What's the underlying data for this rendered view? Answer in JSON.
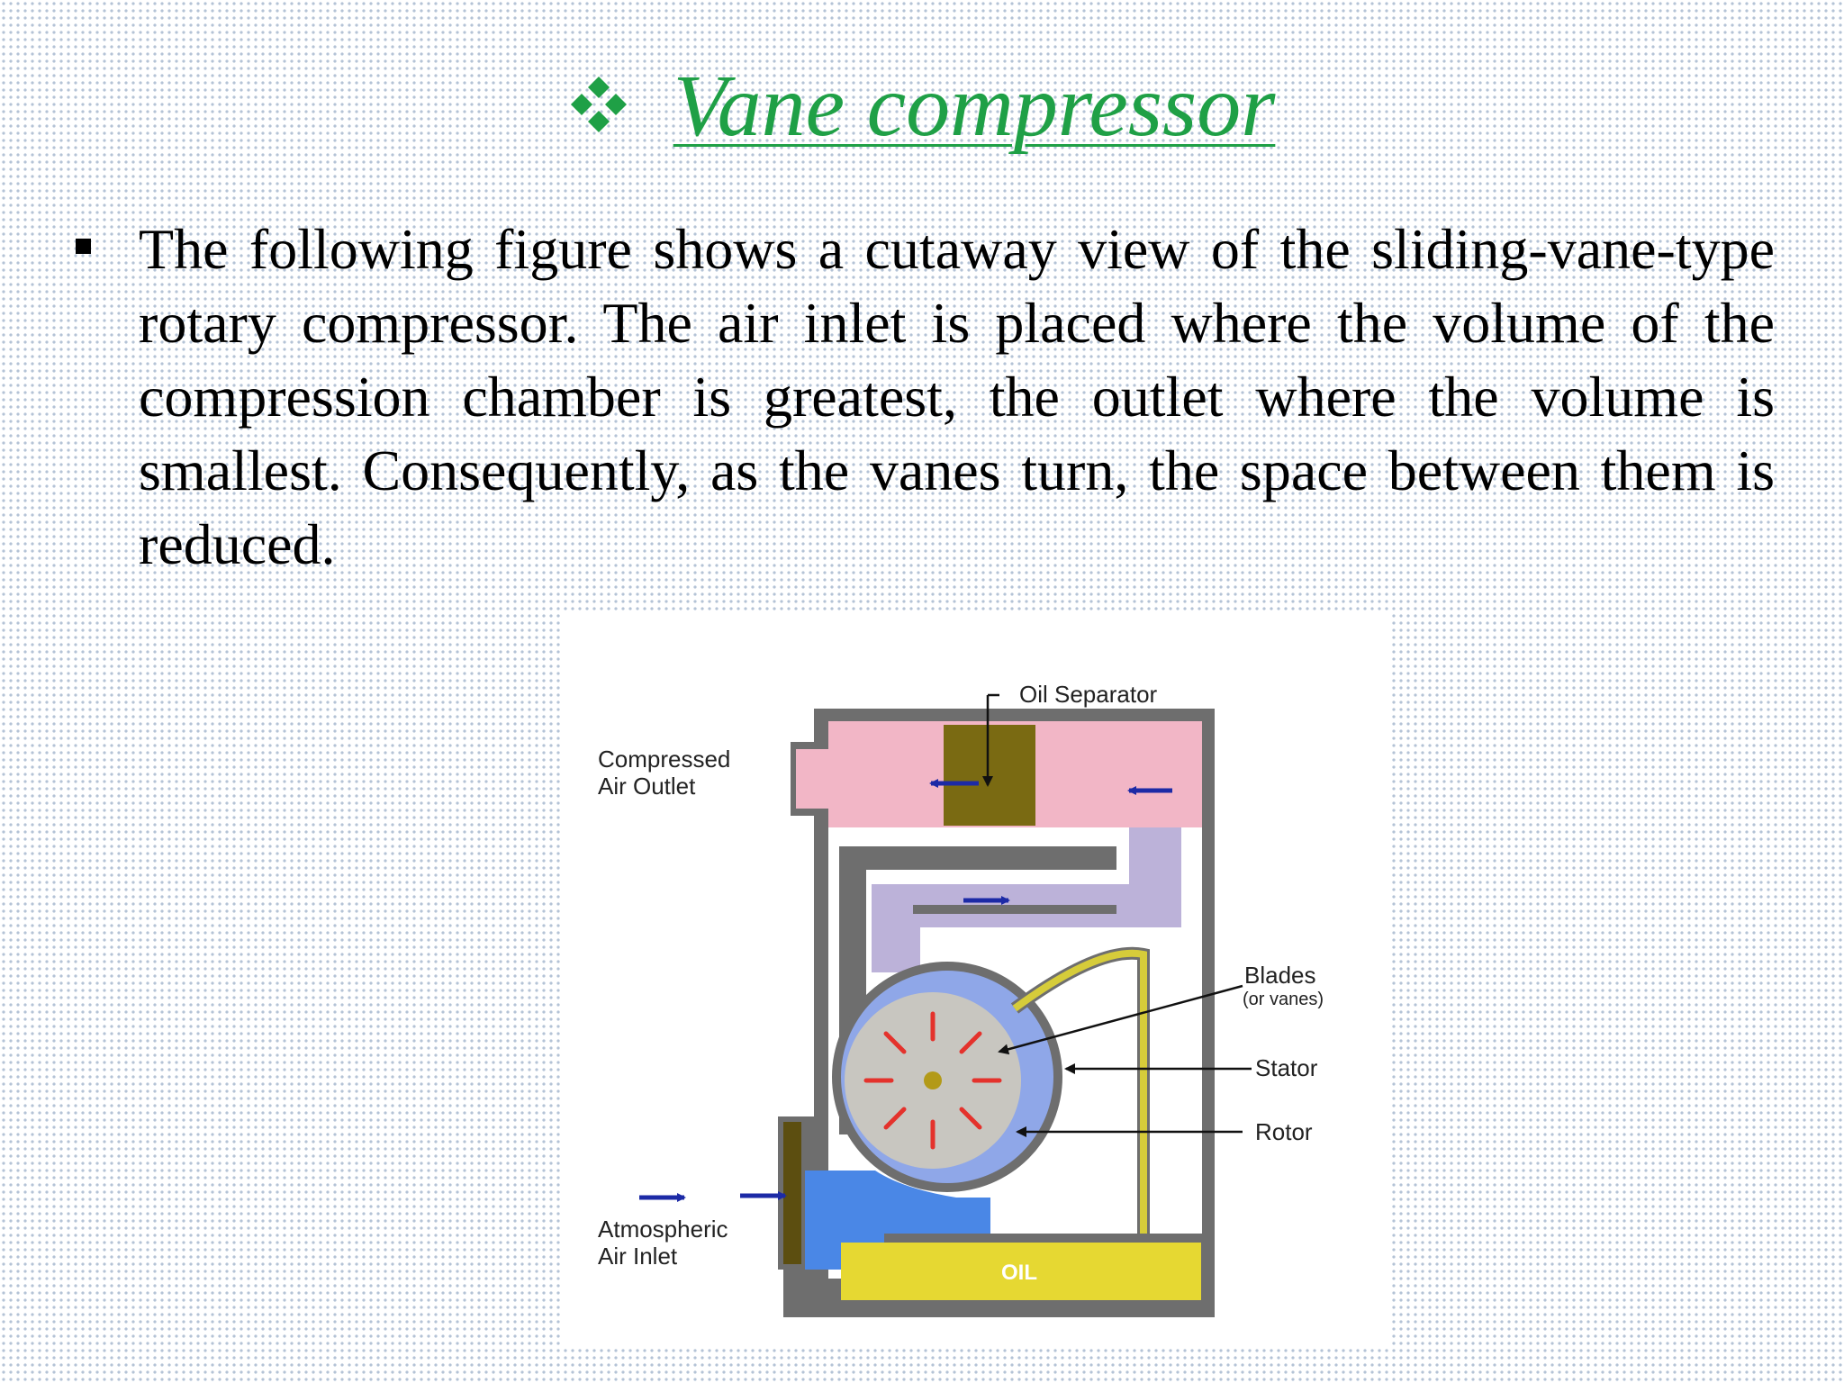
{
  "slide": {
    "title": "Vane compressor",
    "title_icon": "four-diamond-bullet-icon",
    "paragraph": "The following figure shows a cutaway view of the sliding-vane-type rotary compressor. The air inlet is placed where the volume of the compression chamber is greatest, the outlet where the volume is smallest. Consequently, as the vanes turn, the space between them is reduced."
  },
  "figure": {
    "labels": {
      "oil_separator": "Oil Separator",
      "outlet_line1": "Compressed",
      "outlet_line2": "Air Outlet",
      "blades": "Blades",
      "blades_note": "(or vanes)",
      "stator": "Stator",
      "rotor": "Rotor",
      "inlet_line1": "Atmospheric",
      "inlet_line2": "Air Inlet",
      "oil": "OIL"
    },
    "colors": {
      "casing": "#6e6e6e",
      "outlet_chamber": "#f2b6c6",
      "separator": "#7a6a12",
      "passage": "#bcb2d9",
      "stator": "#8fa7e8",
      "rotor": "#c8c6c0",
      "blade": "#e4322c",
      "inlet": "#4a87e6",
      "oil": "#e6d832",
      "oil_tube": "#d6cc3a",
      "arrow": "#1c2aa6",
      "title": "#1fa046"
    }
  }
}
